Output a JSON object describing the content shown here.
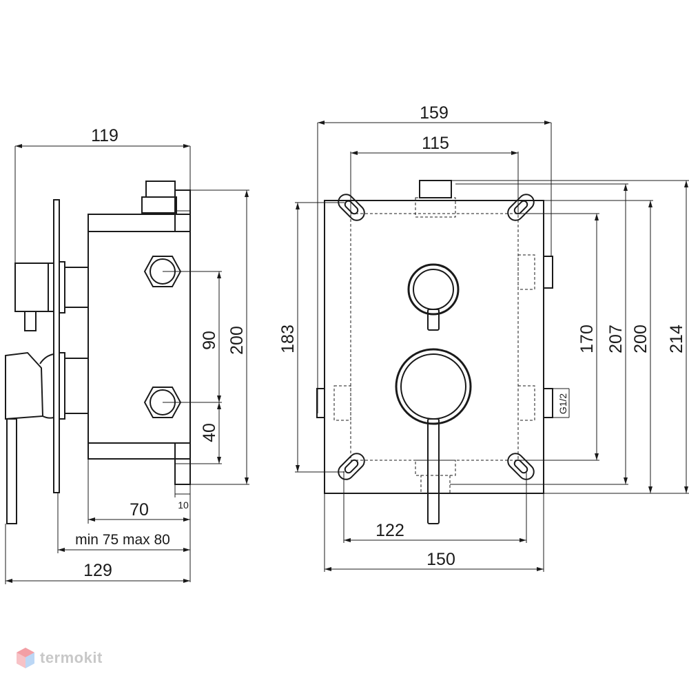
{
  "side_view": {
    "width_top": "119",
    "height_90": "90",
    "height_200": "200",
    "height_40": "40",
    "depth_70": "70",
    "offset_10": "10",
    "range": "min 75  max 80",
    "width_bottom": "129"
  },
  "front_view": {
    "width_159": "159",
    "width_115": "115",
    "height_183": "183",
    "height_170": "170",
    "height_207": "207",
    "height_200": "200",
    "height_214": "214",
    "thread": "G1/2",
    "width_122": "122",
    "width_150": "150"
  },
  "brand": {
    "name": "termokit",
    "colors": {
      "logo_red": "#e8505b",
      "logo_blue": "#6aa6e8",
      "text_gray": "#c8c8c8"
    }
  }
}
